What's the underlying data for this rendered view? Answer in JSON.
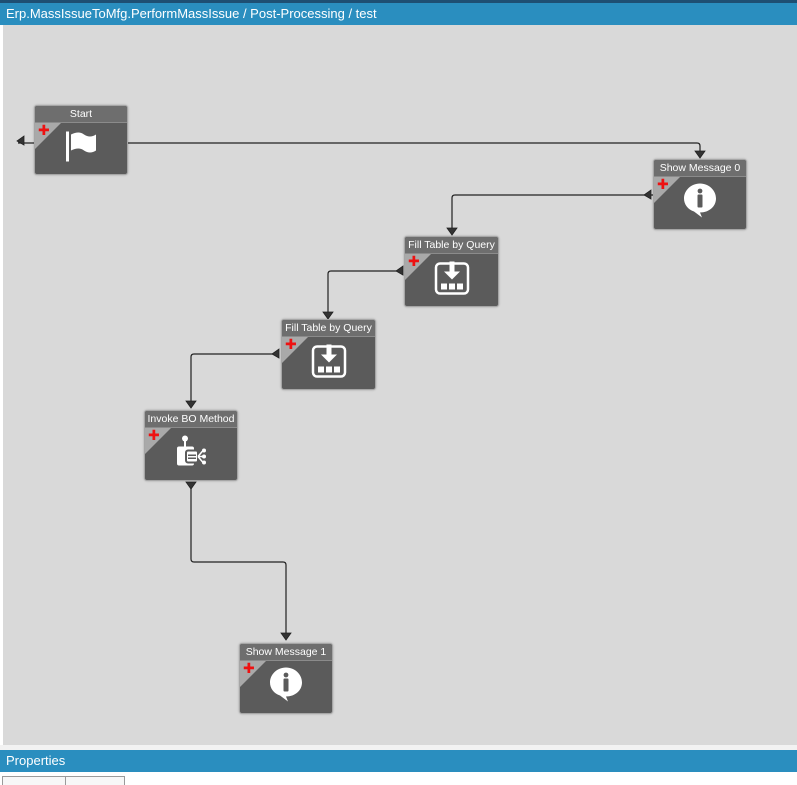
{
  "window": {
    "breadcrumb": "Erp.MassIssueToMfg.PerformMassIssue / Post-Processing / test"
  },
  "workflow": {
    "nodes": [
      {
        "id": "start",
        "label": "Start",
        "icon": "flag-icon"
      },
      {
        "id": "show0",
        "label": "Show Message 0",
        "icon": "info-bubble-icon"
      },
      {
        "id": "fill1",
        "label": "Fill Table by Query",
        "icon": "fill-table-icon"
      },
      {
        "id": "fill2",
        "label": "Fill Table by Query",
        "icon": "fill-table-icon"
      },
      {
        "id": "invoke",
        "label": "Invoke BO Method",
        "icon": "invoke-method-icon"
      },
      {
        "id": "show1",
        "label": "Show Message 1",
        "icon": "info-bubble-icon"
      }
    ]
  },
  "properties": {
    "title": "Properties"
  },
  "colors": {
    "accent": "#2a8ebf",
    "canvas": "#d9d9d9",
    "node": "#5b5b5b",
    "add_marker": "#ee1111"
  }
}
